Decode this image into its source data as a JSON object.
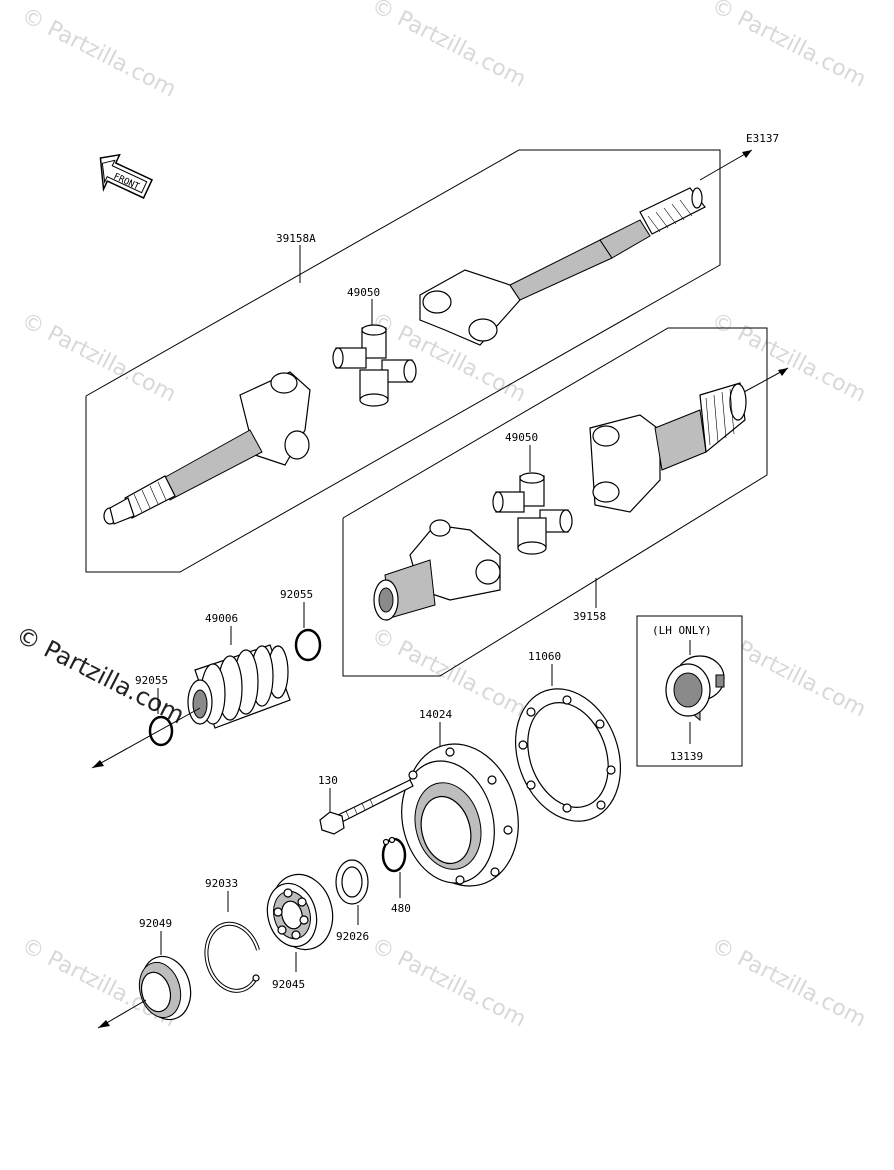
{
  "diagram": {
    "ref_code": "E3137",
    "front_label": "FRONT",
    "box_caption": "(LH ONLY)",
    "parts": {
      "p39158A": "39158A",
      "p49050_top": "49050",
      "p49050_mid": "49050",
      "p39158": "39158",
      "p92055_a": "92055",
      "p92055_b": "92055",
      "p49006": "49006",
      "p11060": "11060",
      "p14024": "14024",
      "p13139": "13139",
      "p130": "130",
      "p480": "480",
      "p92026": "92026",
      "p92033": "92033",
      "p92045": "92045",
      "p92049": "92049"
    }
  },
  "watermark": {
    "text": "© Partzilla.com",
    "side_text": "© Partzilla.com"
  }
}
